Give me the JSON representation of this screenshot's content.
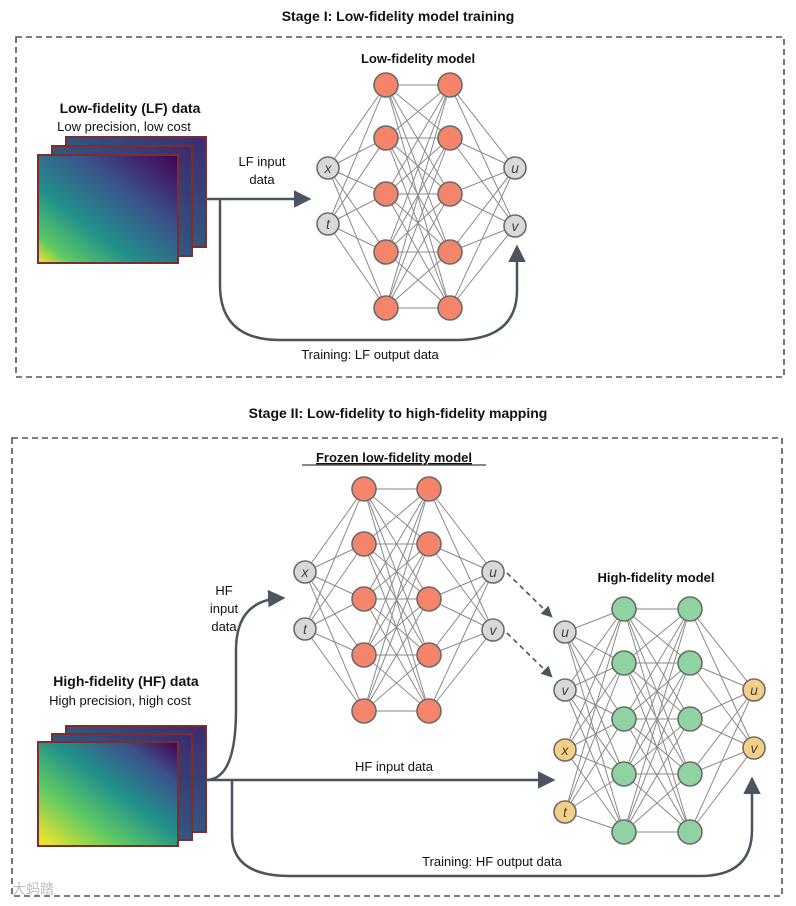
{
  "stage1": {
    "title": "Stage I: Low-fidelity model training",
    "model_title": "Low-fidelity model",
    "data_title": "Low-fidelity (LF) data",
    "data_subtitle": "Low precision, low cost",
    "input_label_1": "LF input",
    "input_label_2": "data",
    "training_label": "Training: LF output data",
    "inputs": [
      "x",
      "t"
    ],
    "outputs": [
      "u",
      "v"
    ]
  },
  "stage2": {
    "title": "Stage II: Low-fidelity to high-fidelity mapping",
    "frozen_title": "Frozen low-fidelity model",
    "hf_model_title": "High-fidelity model",
    "data_title": "High-fidelity (HF) data",
    "data_subtitle": "High precision, high cost",
    "hf_input_label_1": "HF",
    "hf_input_label_2": "input",
    "hf_input_label_3": "data",
    "hf_input_data_label": "HF input data",
    "training_label": "Training: HF output data",
    "frozen_inputs": [
      "x",
      "t"
    ],
    "frozen_outputs": [
      "u",
      "v"
    ],
    "hf_inputs": [
      "u",
      "v",
      "x",
      "t"
    ],
    "hf_outputs": [
      "u",
      "v"
    ]
  },
  "watermark": "大蚂踏",
  "colors": {
    "lf_node": "#f4846a",
    "hf_node": "#8fd3a3",
    "io_node": "#d9d9d9",
    "hf_io_node": "#f6cf86",
    "arrow": "#4a5560",
    "edge": "#8a8a8a"
  }
}
